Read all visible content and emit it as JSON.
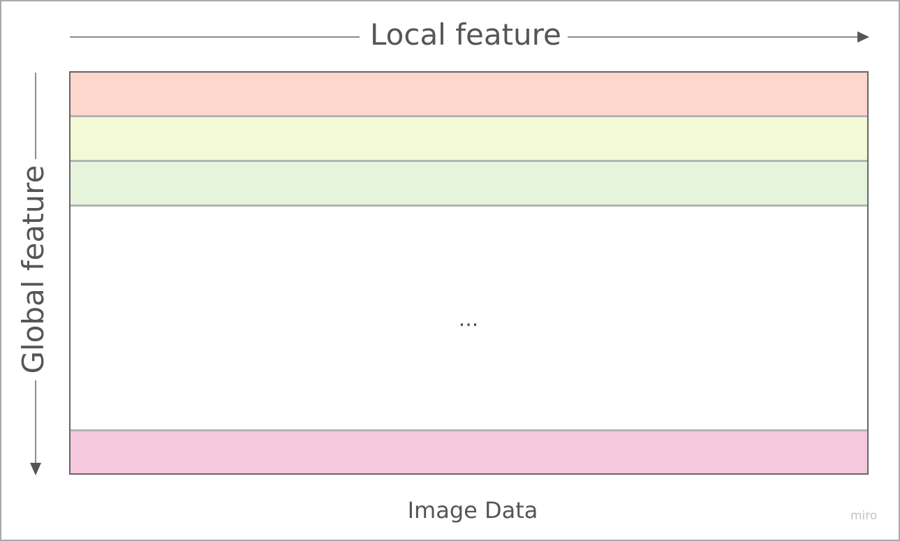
{
  "diagram": {
    "top_axis_label": "Local feature",
    "left_axis_label": "Global feature",
    "ellipsis": "...",
    "caption": "Image Data"
  },
  "rows": [
    {
      "color": "#fdd6cd",
      "role": "band"
    },
    {
      "color": "#f4f9d5",
      "role": "band"
    },
    {
      "color": "#e6f4dc",
      "role": "band"
    },
    {
      "color": "#ffffff",
      "role": "gap"
    },
    {
      "color": "#f6c8de",
      "role": "band"
    }
  ],
  "colors": {
    "outline": "#666666",
    "separator": "#b3b3b3",
    "text": "#555555",
    "frame": "#a9a9a9"
  },
  "watermark": "miro"
}
